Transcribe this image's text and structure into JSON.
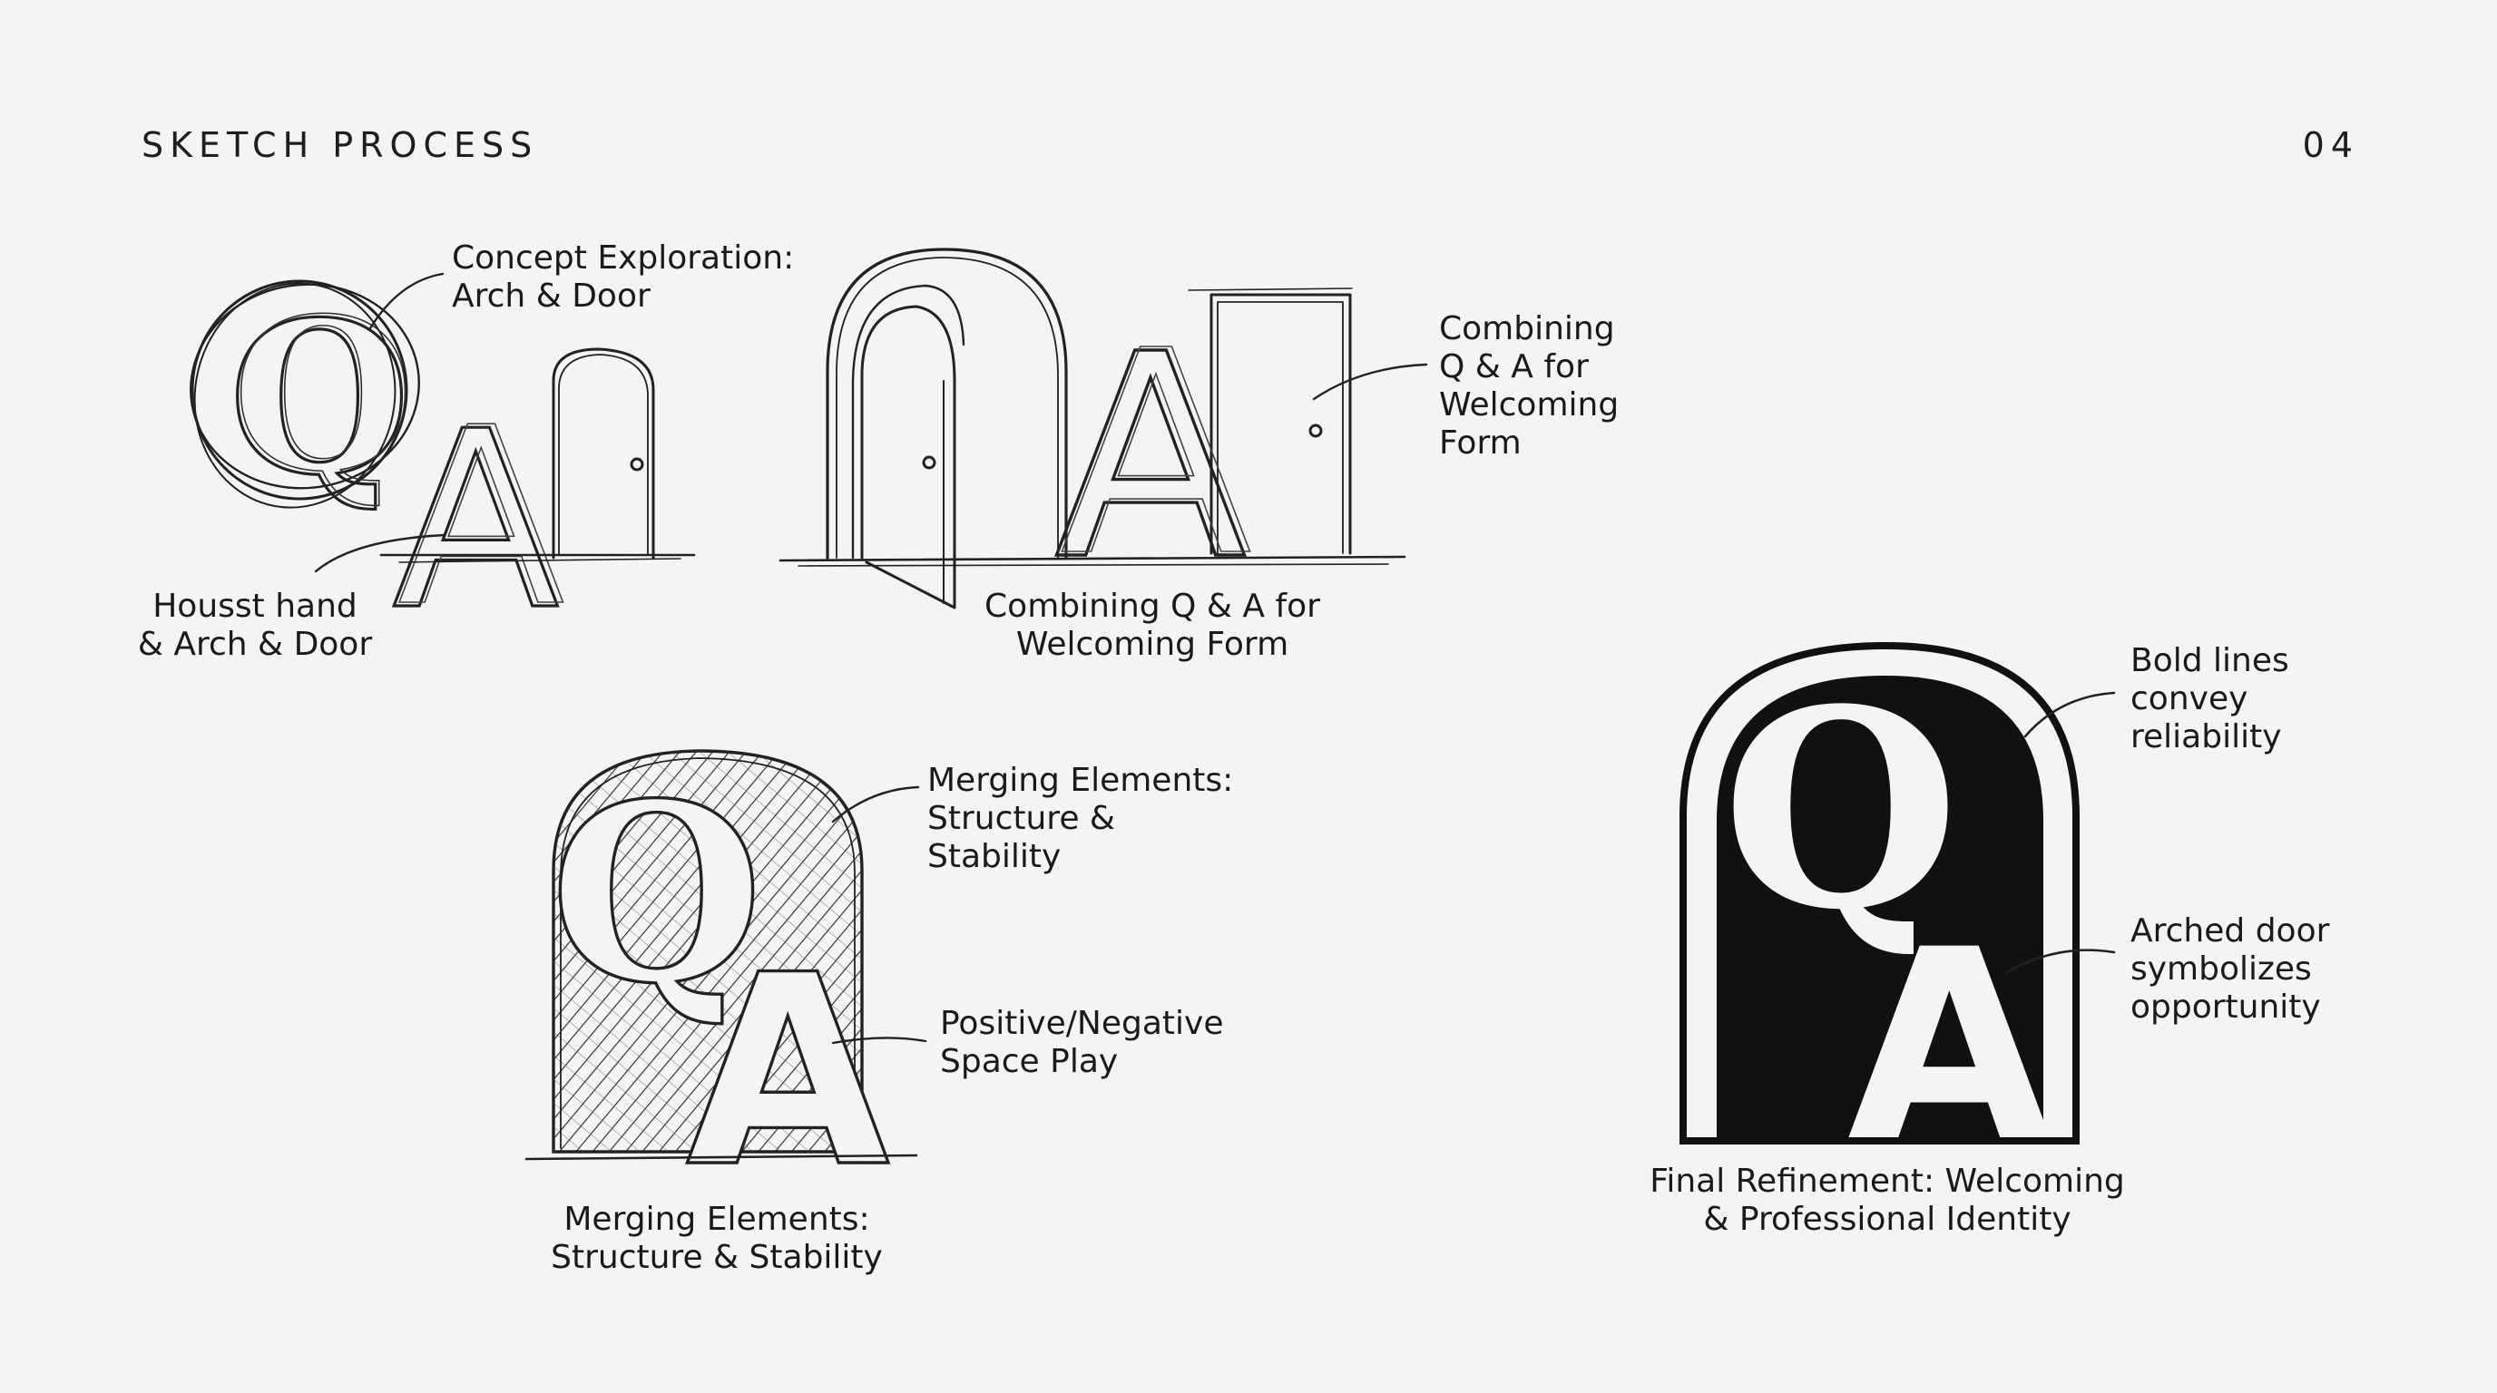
{
  "header": {
    "title": "SKETCH PROCESS",
    "page_number": "04"
  },
  "sketch1": {
    "annotation_top": "Concept Exploration:\nArch & Door",
    "annotation_bottom": "Housst hand\n& Arch & Door",
    "glyphs": {
      "q": "Q",
      "a": "A"
    }
  },
  "sketch2": {
    "annotation_right": "Combining\nQ & A for\nWelcoming\nForm",
    "caption": "Combining Q & A for\nWelcoming Form",
    "glyphs": {
      "a": "A"
    }
  },
  "sketch3": {
    "annotation_top": "Merging Elements:\nStructure &\nStability",
    "annotation_mid": "Positive/Negative\nSpace Play",
    "caption": "Merging Elements:\nStructure & Stability",
    "glyphs": {
      "q": "Q",
      "a": "A"
    }
  },
  "final": {
    "annotation_top": "Bold lines\nconvey\nreliability",
    "annotation_mid": "Arched door\nsymbolizes\nopportunity",
    "caption": "Final Refinement: Welcoming\n& Professional Identity",
    "glyphs": {
      "q": "Q",
      "a": "A"
    }
  },
  "colors": {
    "background": "#f4f4f3",
    "ink": "#1a1a1a"
  }
}
